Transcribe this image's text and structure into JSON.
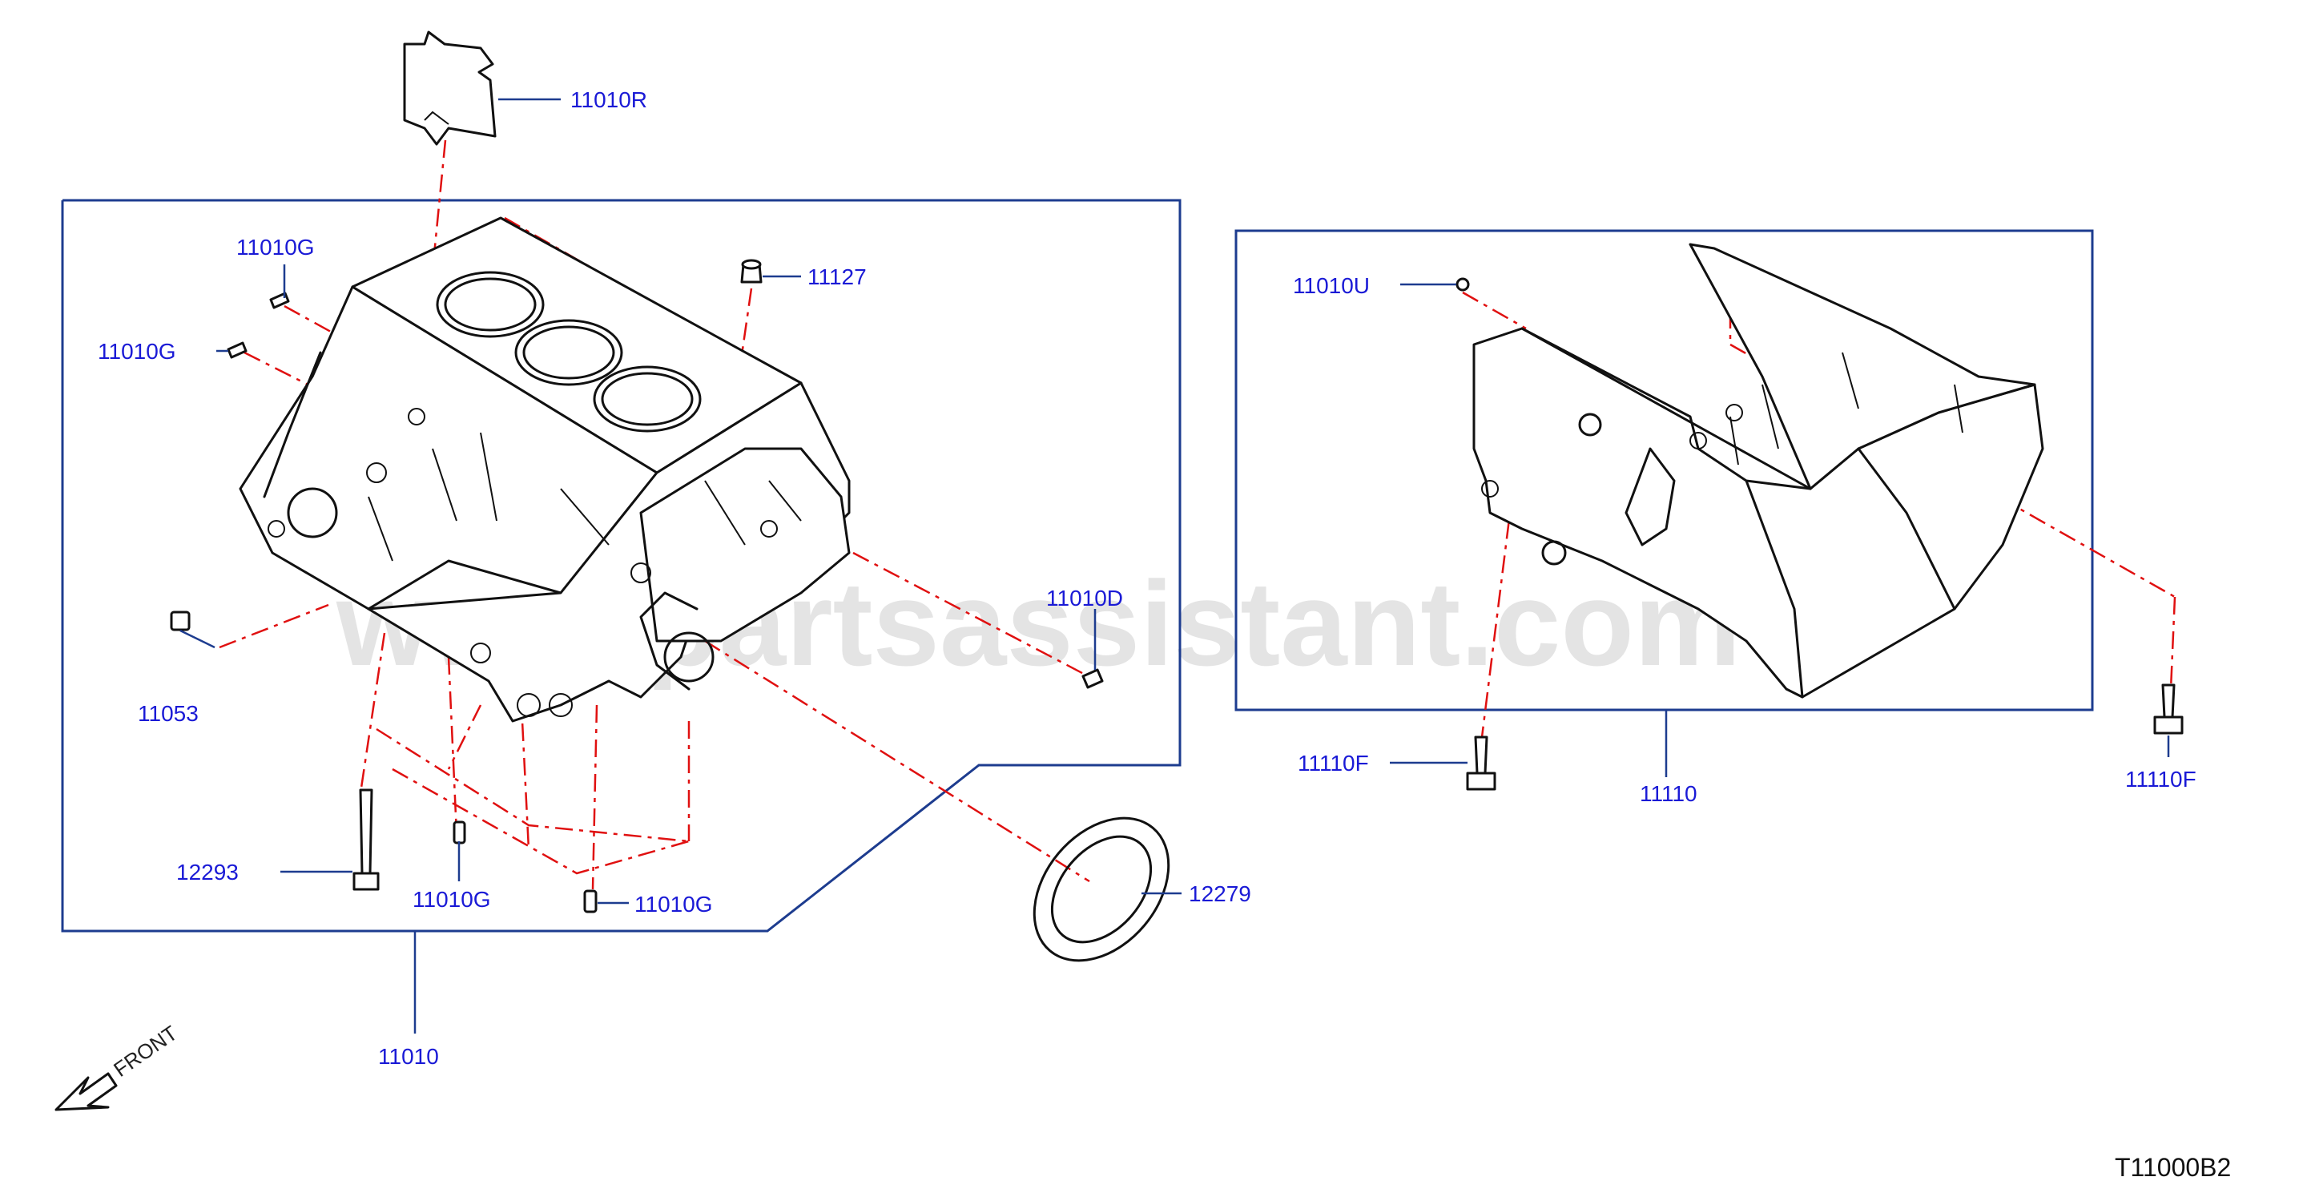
{
  "diagram_code": "T11000B2",
  "front_label": "FRONT",
  "watermark": "www.partsassistant.com",
  "parts": [
    {
      "id": "p-11010R",
      "label": "11010R"
    },
    {
      "id": "p-11010G-1",
      "label": "11010G"
    },
    {
      "id": "p-11010G-2",
      "label": "11010G"
    },
    {
      "id": "p-11127",
      "label": "11127"
    },
    {
      "id": "p-11010D",
      "label": "11010D"
    },
    {
      "id": "p-11053",
      "label": "11053"
    },
    {
      "id": "p-12293",
      "label": "12293"
    },
    {
      "id": "p-11010G-3",
      "label": "11010G"
    },
    {
      "id": "p-11010G-4",
      "label": "11010G"
    },
    {
      "id": "p-12279",
      "label": "12279"
    },
    {
      "id": "p-11010",
      "label": "11010"
    },
    {
      "id": "p-11010U",
      "label": "11010U"
    },
    {
      "id": "p-11110F-1",
      "label": "11110F"
    },
    {
      "id": "p-11110",
      "label": "11110"
    },
    {
      "id": "p-11110F-2",
      "label": "11110F"
    }
  ],
  "colors": {
    "callout": "#1a1ad6",
    "frame": "#1d3c8f",
    "centerline": "#e01010",
    "line_art": "#111111"
  }
}
